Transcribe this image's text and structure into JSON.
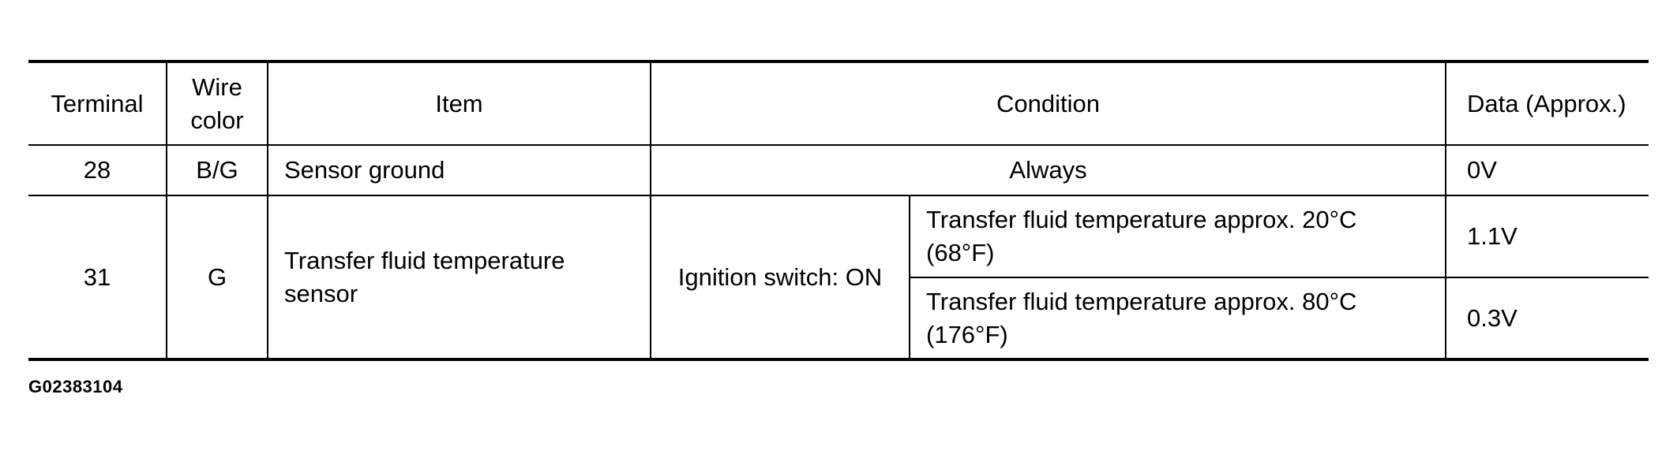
{
  "table": {
    "headers": {
      "terminal": "Terminal",
      "wire_color": "Wire color",
      "item": "Item",
      "condition": "Condition",
      "data": "Data (Approx.)"
    },
    "rows": [
      {
        "terminal": "28",
        "wire_color": "B/G",
        "item": "Sensor ground",
        "condition": "Always",
        "data": "0V"
      },
      {
        "terminal": "31",
        "wire_color": "G",
        "item": "Transfer fluid temperature sensor",
        "condition": "Ignition switch: ON",
        "sub_conditions": [
          {
            "condition": "Transfer fluid temperature approx. 20°C (68°F)",
            "data": "1.1V"
          },
          {
            "condition": "Transfer fluid temperature approx. 80°C (176°F)",
            "data": "0.3V"
          }
        ]
      }
    ]
  },
  "figure_id": "G02383104"
}
